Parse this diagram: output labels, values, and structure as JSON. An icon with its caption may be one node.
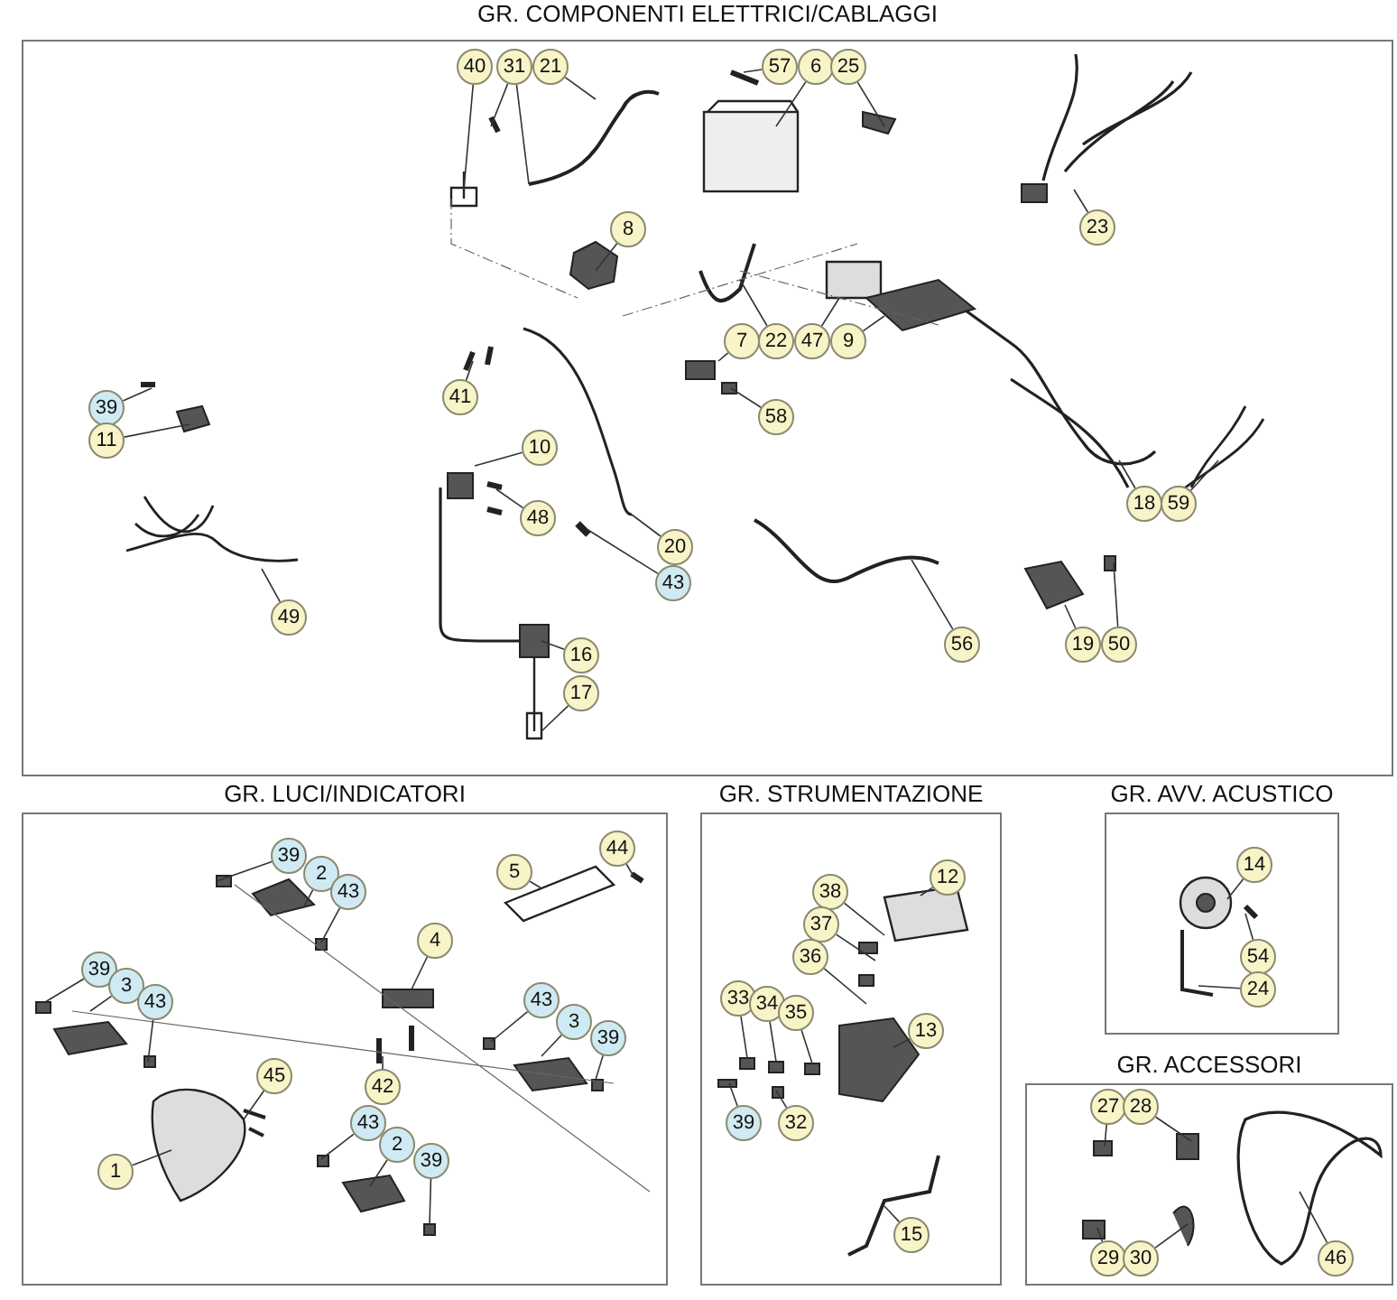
{
  "diagram": {
    "nodes": [
      {
        "text": [
          "GR. COMPONENTI ELETTRICI/CABLAGGI"
        ]
      },
      {
        "text": [
          "40"
        ],
        "in": 0
      },
      {
        "text": [
          "31"
        ],
        "in": 0
      },
      {
        "text": [
          "21"
        ],
        "in": 0
      },
      {
        "text": [
          "57"
        ],
        "in": 0
      },
      {
        "text": [
          "6"
        ],
        "in": 0
      },
      {
        "text": [
          "25"
        ],
        "in": 0
      },
      {
        "text": [
          "23"
        ],
        "in": 0
      },
      {
        "text": [
          "8"
        ],
        "in": 0
      },
      {
        "text": [
          "7"
        ],
        "in": 0
      },
      {
        "text": [
          "22"
        ],
        "in": 0
      },
      {
        "text": [
          "47"
        ],
        "in": 0
      },
      {
        "text": [
          "9"
        ],
        "in": 0
      },
      {
        "text": [
          "41"
        ],
        "in": 0
      },
      {
        "text": [
          "58"
        ],
        "in": 0
      },
      {
        "text": [
          "39"
        ],
        "in": 0
      },
      {
        "text": [
          "11"
        ],
        "in": 0
      },
      {
        "text": [
          "10"
        ],
        "in": 0
      },
      {
        "text": [
          "48"
        ],
        "in": 0
      },
      {
        "text": [
          "20"
        ],
        "in": 0
      },
      {
        "text": [
          "43"
        ],
        "in": 0
      },
      {
        "text": [
          "18"
        ],
        "in": 0
      },
      {
        "text": [
          "59"
        ],
        "in": 0
      },
      {
        "text": [
          "49"
        ],
        "in": 0
      },
      {
        "text": [
          "56"
        ],
        "in": 0
      },
      {
        "text": [
          "19"
        ],
        "in": 0
      },
      {
        "text": [
          "50"
        ],
        "in": 0
      },
      {
        "text": [
          "16"
        ],
        "in": 0
      },
      {
        "text": [
          "17"
        ],
        "in": 0
      },
      {
        "text": [
          "GR. LUCI/INDICATORI"
        ]
      },
      {
        "text": [
          "39"
        ],
        "in": 29
      },
      {
        "text": [
          "2"
        ],
        "in": 29
      },
      {
        "text": [
          "43"
        ],
        "in": 29
      },
      {
        "text": [
          "5"
        ],
        "in": 29
      },
      {
        "text": [
          "44"
        ],
        "in": 29
      },
      {
        "text": [
          "4"
        ],
        "in": 29
      },
      {
        "text": [
          "39"
        ],
        "in": 29
      },
      {
        "text": [
          "3"
        ],
        "in": 29
      },
      {
        "text": [
          "43"
        ],
        "in": 29
      },
      {
        "text": [
          "43"
        ],
        "in": 29
      },
      {
        "text": [
          "3"
        ],
        "in": 29
      },
      {
        "text": [
          "39"
        ],
        "in": 29
      },
      {
        "text": [
          "45"
        ],
        "in": 29
      },
      {
        "text": [
          "42"
        ],
        "in": 29
      },
      {
        "text": [
          "43"
        ],
        "in": 29
      },
      {
        "text": [
          "2"
        ],
        "in": 29
      },
      {
        "text": [
          "39"
        ],
        "in": 29
      },
      {
        "text": [
          "1"
        ],
        "in": 29
      },
      {
        "text": [
          "GR. STRUMENTAZIONE"
        ]
      },
      {
        "text": [
          "38"
        ],
        "in": 48
      },
      {
        "text": [
          "12"
        ],
        "in": 48
      },
      {
        "text": [
          "37"
        ],
        "in": 48
      },
      {
        "text": [
          "36"
        ],
        "in": 48
      },
      {
        "text": [
          "33"
        ],
        "in": 48
      },
      {
        "text": [
          "34"
        ],
        "in": 48
      },
      {
        "text": [
          "35"
        ],
        "in": 48
      },
      {
        "text": [
          "13"
        ],
        "in": 48
      },
      {
        "text": [
          "39"
        ],
        "in": 48
      },
      {
        "text": [
          "32"
        ],
        "in": 48
      },
      {
        "text": [
          "15"
        ],
        "in": 48
      },
      {
        "text": [
          "GR. AVV. ACUSTICO"
        ]
      },
      {
        "text": [
          "14"
        ],
        "in": 60
      },
      {
        "text": [
          "54"
        ],
        "in": 60
      },
      {
        "text": [
          "24"
        ],
        "in": 60
      },
      {
        "text": [
          "GR. ACCESSORI"
        ]
      },
      {
        "text": [
          "27"
        ],
        "in": 64
      },
      {
        "text": [
          "28"
        ],
        "in": 64
      },
      {
        "text": [
          "29"
        ],
        "in": 64
      },
      {
        "text": [
          "30"
        ],
        "in": 64
      },
      {
        "text": [
          "46"
        ],
        "in": 64
      }
    ],
    "edges": [
      {
        "from": 1,
        "to": null,
        "arrow": "none"
      },
      {
        "from": 2,
        "to": null,
        "arrow": "none"
      },
      {
        "from": 2,
        "to": null,
        "arrow": "none"
      },
      {
        "from": 3,
        "to": null,
        "arrow": "none"
      },
      {
        "from": 4,
        "to": null,
        "arrow": "none"
      },
      {
        "from": 5,
        "to": null,
        "arrow": "none"
      },
      {
        "from": 6,
        "to": null,
        "arrow": "none"
      },
      {
        "from": 7,
        "to": null,
        "arrow": "none"
      },
      {
        "from": 8,
        "to": null,
        "arrow": "none"
      },
      {
        "from": 9,
        "to": null,
        "arrow": "none"
      },
      {
        "from": 10,
        "to": null,
        "arrow": "none"
      },
      {
        "from": 11,
        "to": null,
        "arrow": "none"
      },
      {
        "from": 12,
        "to": null,
        "arrow": "none"
      },
      {
        "from": 13,
        "to": null,
        "arrow": "none"
      },
      {
        "from": 14,
        "to": null,
        "arrow": "none"
      },
      {
        "from": 15,
        "to": null,
        "arrow": "none"
      },
      {
        "from": 16,
        "to": null,
        "arrow": "none"
      },
      {
        "from": 17,
        "to": null,
        "arrow": "none"
      },
      {
        "from": 18,
        "to": null,
        "arrow": "none"
      },
      {
        "from": 19,
        "to": null,
        "arrow": "none"
      },
      {
        "from": 20,
        "to": null,
        "arrow": "none"
      },
      {
        "from": 21,
        "to": null,
        "arrow": "none"
      },
      {
        "from": 22,
        "to": null,
        "arrow": "none"
      },
      {
        "from": 23,
        "to": null,
        "arrow": "none"
      },
      {
        "from": 24,
        "to": null,
        "arrow": "none"
      },
      {
        "from": 25,
        "to": null,
        "arrow": "none"
      },
      {
        "from": 26,
        "to": null,
        "arrow": "none"
      },
      {
        "from": 27,
        "to": null,
        "arrow": "none"
      },
      {
        "from": 28,
        "to": null,
        "arrow": "none"
      },
      {
        "from": 30,
        "to": null,
        "arrow": "none"
      },
      {
        "from": 31,
        "to": null,
        "arrow": "none"
      },
      {
        "from": 32,
        "to": null,
        "arrow": "none"
      },
      {
        "from": 33,
        "to": null,
        "arrow": "none"
      },
      {
        "from": 34,
        "to": null,
        "arrow": "none"
      },
      {
        "from": 35,
        "to": null,
        "arrow": "none"
      },
      {
        "from": 36,
        "to": null,
        "arrow": "none"
      },
      {
        "from": 37,
        "to": null,
        "arrow": "none"
      },
      {
        "from": 38,
        "to": null,
        "arrow": "none"
      },
      {
        "from": 39,
        "to": null,
        "arrow": "none"
      },
      {
        "from": 40,
        "to": null,
        "arrow": "none"
      },
      {
        "from": 41,
        "to": null,
        "arrow": "none"
      },
      {
        "from": 42,
        "to": null,
        "arrow": "none"
      },
      {
        "from": 43,
        "to": null,
        "arrow": "none"
      },
      {
        "from": 44,
        "to": null,
        "arrow": "none"
      },
      {
        "from": 45,
        "to": null,
        "arrow": "none"
      },
      {
        "from": 46,
        "to": null,
        "arrow": "none"
      },
      {
        "from": 47,
        "to": null,
        "arrow": "none"
      },
      {
        "from": 49,
        "to": null,
        "arrow": "none"
      },
      {
        "from": 50,
        "to": null,
        "arrow": "none"
      },
      {
        "from": 51,
        "to": null,
        "arrow": "none"
      },
      {
        "from": 52,
        "to": null,
        "arrow": "none"
      },
      {
        "from": 53,
        "to": null,
        "arrow": "none"
      },
      {
        "from": 54,
        "to": null,
        "arrow": "none"
      },
      {
        "from": 55,
        "to": null,
        "arrow": "none"
      },
      {
        "from": 56,
        "to": null,
        "arrow": "none"
      },
      {
        "from": 57,
        "to": null,
        "arrow": "none"
      },
      {
        "from": 58,
        "to": null,
        "arrow": "none"
      },
      {
        "from": 59,
        "to": null,
        "arrow": "none"
      },
      {
        "from": 61,
        "to": null,
        "arrow": "none"
      },
      {
        "from": 62,
        "to": null,
        "arrow": "none"
      },
      {
        "from": 63,
        "to": null,
        "arrow": "none"
      },
      {
        "from": 65,
        "to": null,
        "arrow": "none"
      },
      {
        "from": 66,
        "to": null,
        "arrow": "none"
      },
      {
        "from": 67,
        "to": null,
        "arrow": "none"
      },
      {
        "from": 68,
        "to": null,
        "arrow": "none"
      },
      {
        "from": 69,
        "to": null,
        "arrow": "none"
      }
    ]
  }
}
